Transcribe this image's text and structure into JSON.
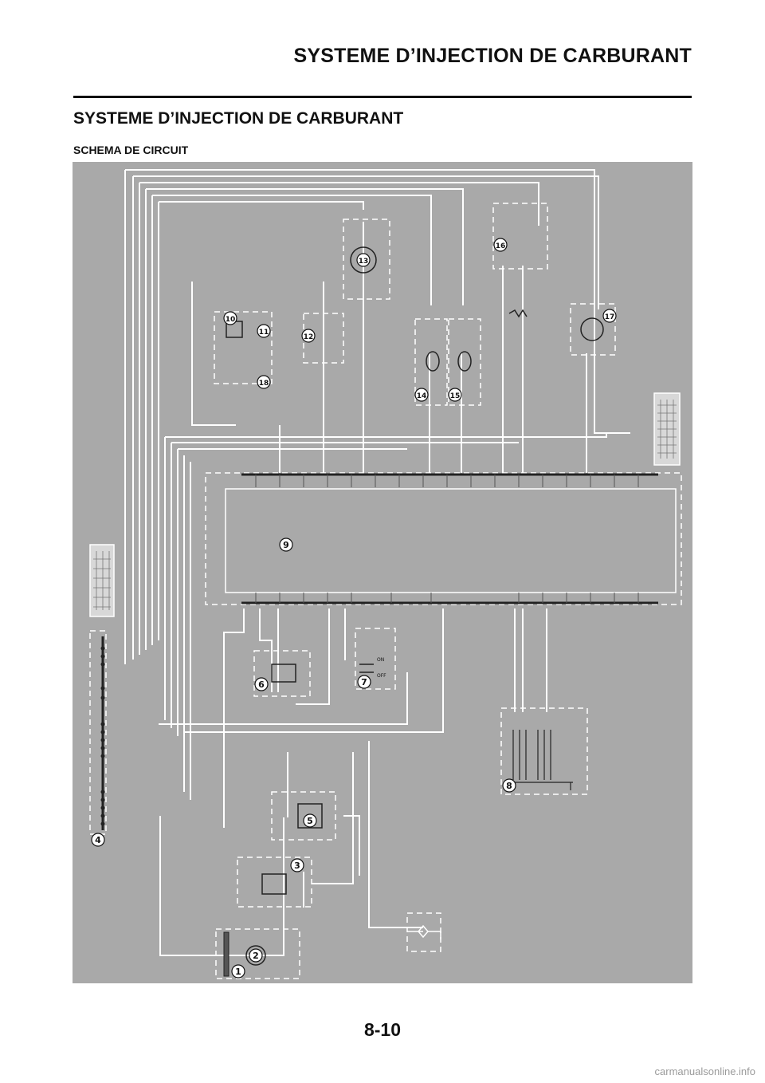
{
  "header": {
    "section_title": "SYSTEME D’INJECTION DE CARBURANT"
  },
  "document": {
    "title": "SYSTEME D’INJECTION DE CARBURANT",
    "subtitle": "SCHEMA DE CIRCUIT",
    "page_number": "8-10"
  },
  "diagram": {
    "component_numbers": [
      "1",
      "2",
      "3",
      "4",
      "5",
      "6",
      "7",
      "8",
      "9",
      "10",
      "11",
      "12",
      "13",
      "14",
      "15",
      "16",
      "17",
      "18"
    ],
    "switch_labels": {
      "on": "ON",
      "off": "OFF"
    }
  },
  "watermark": {
    "text": "carmanualsonline.info"
  }
}
